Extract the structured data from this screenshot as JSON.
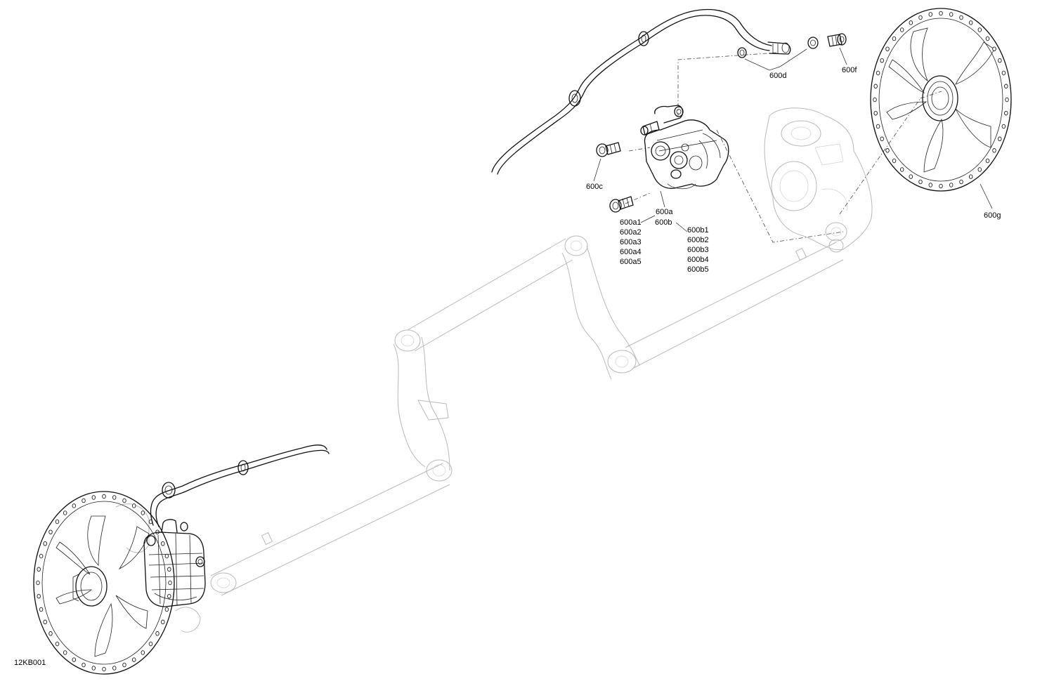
{
  "diagram": {
    "figure_id": "12KB001",
    "callouts": {
      "c600a": "600a",
      "c600b": "600b",
      "c600c": "600c",
      "c600d": "600d",
      "c600f": "600f",
      "c600g": "600g",
      "a_sub": [
        "600a1",
        "600a2",
        "600a3",
        "600a4",
        "600a5"
      ],
      "b_sub": [
        "600b1",
        "600b2",
        "600b3",
        "600b4",
        "600b5"
      ]
    },
    "colors": {
      "ink": "#111111",
      "ghost": "#b9b9b9",
      "background": "#ffffff"
    }
  }
}
